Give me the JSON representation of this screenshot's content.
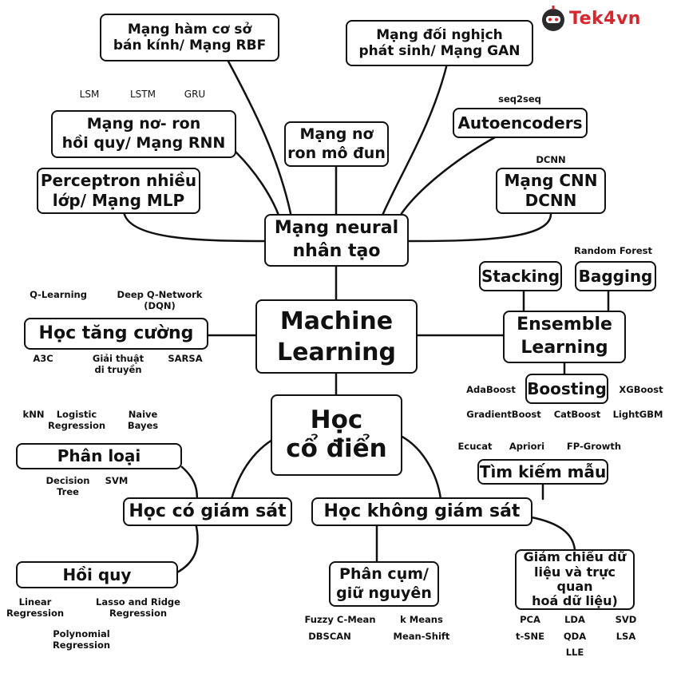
{
  "brand": {
    "logo_text": "Tek4vn",
    "logo_color": "#d7262e"
  },
  "diagram": {
    "center": "Machine\nLearning",
    "neural": {
      "title": "Mạng neural\nnhân tạo",
      "rbf": "Mạng hàm cơ sở\nbán kính/ Mạng RBF",
      "gan": "Mạng đối nghịch\nphát sinh/ Mạng GAN",
      "rnn": "Mạng nơ- ron\nhồi quy/ Mạng RNN",
      "modular": "Mạng nơ\nron mô đun",
      "autoencoders": "Autoencoders",
      "mlp": "Perceptron nhiều\nlớp/ Mạng MLP",
      "cnn": "Mạng CNN\nDCNN",
      "rnn_variants": [
        "LSM",
        "LSTM",
        "GRU"
      ],
      "seq2seq": "seq2seq",
      "dcnn": "DCNN"
    },
    "ensemble": {
      "title": "Ensemble\nLearning",
      "stacking": "Stacking",
      "bagging": "Bagging",
      "random_forest": "Random Forest",
      "boosting": "Boosting",
      "boosting_algos": [
        "AdaBoost",
        "XGBoost",
        "GradientBoost",
        "CatBoost",
        "LightGBM"
      ]
    },
    "rl": {
      "title": "Học tăng cường",
      "q_learning": "Q-Learning",
      "dqn": "Deep Q-Network\n(DQN)",
      "a3c": "A3C",
      "genetic": "Giải thuật\ndi truyền",
      "sarsa": "SARSA"
    },
    "classical": {
      "title": "Học\ncổ điển",
      "supervised": {
        "title": "Học có giám sát",
        "classification": "Phân loại",
        "regression": "Hồi quy",
        "knn": "kNN",
        "logistic": "Logistic\nRegression",
        "naive_bayes": "Naive\nBayes",
        "decision_tree": "Decision\nTree",
        "svm": "SVM",
        "linear": "Linear\nRegression",
        "lasso": "Lasso and Ridge\nRegression",
        "polynomial": "Polynomial\nRegression"
      },
      "unsupervised": {
        "title": "Học không giám sát",
        "pattern": "Tìm kiếm mẫu",
        "eclat": "Ecucat",
        "apriori": "Apriori",
        "fp_growth": "FP-Growth",
        "clustering": "Phân cụm/\ngiữ nguyên",
        "dimred": "Giảm chiều dữ\nliệu và trực quan\nhoá dữ liệu)",
        "fuzzy": "Fuzzy C-Mean",
        "kmeans": "k Means",
        "dbscan": "DBSCAN",
        "meanshift": "Mean-Shift",
        "dim_algos": [
          "PCA",
          "LDA",
          "SVD",
          "t-SNE",
          "QDA",
          "LSA",
          "LLE"
        ]
      }
    }
  }
}
